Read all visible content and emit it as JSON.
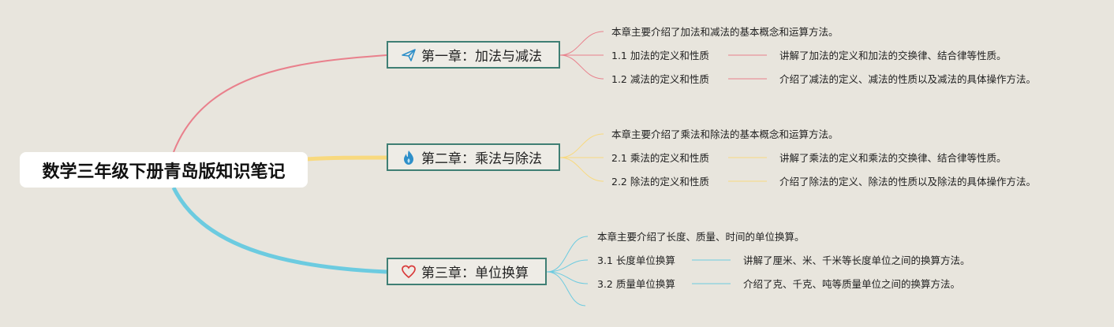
{
  "root": {
    "title": "数学三年级下册青岛版知识笔记"
  },
  "colors": {
    "ch1": "#E9808C",
    "ch2": "#F8D97E",
    "ch3": "#6CCBE0"
  },
  "chapters": [
    {
      "title": "第一章：加法与减法",
      "icon": "paper-plane-icon",
      "summary": "本章主要介绍了加法和减法的基本概念和运算方法。",
      "sections": [
        {
          "title": "1.1 加法的定义和性质",
          "detail": "讲解了加法的定义和加法的交换律、结合律等性质。"
        },
        {
          "title": "1.2 减法的定义和性质",
          "detail": "介绍了减法的定义、减法的性质以及减法的具体操作方法。"
        }
      ]
    },
    {
      "title": "第二章：乘法与除法",
      "icon": "flame-icon",
      "summary": "本章主要介绍了乘法和除法的基本概念和运算方法。",
      "sections": [
        {
          "title": "2.1 乘法的定义和性质",
          "detail": "讲解了乘法的定义和乘法的交换律、结合律等性质。"
        },
        {
          "title": "2.2 除法的定义和性质",
          "detail": "介绍了除法的定义、除法的性质以及除法的具体操作方法。"
        }
      ]
    },
    {
      "title": "第三章：单位换算",
      "icon": "heart-icon",
      "summary": "本章主要介绍了长度、质量、时间的单位换算。",
      "sections": [
        {
          "title": "3.1 长度单位换算",
          "detail": "讲解了厘米、米、千米等长度单位之间的换算方法。"
        },
        {
          "title": "3.2 质量单位换算",
          "detail": "介绍了克、千克、吨等质量单位之间的换算方法。"
        }
      ]
    }
  ]
}
